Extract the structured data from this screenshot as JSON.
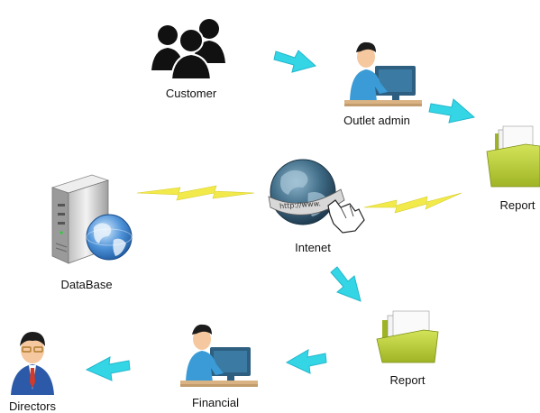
{
  "colors": {
    "arrow": "#34d6e6",
    "arrow_edge": "#22b7cc",
    "lightning": "#f2ea4b",
    "people": "#111111",
    "shirt": "#3b9bd6",
    "skin": "#f5c8a0",
    "hair": "#1c1c1c",
    "monitor": "#2e5f80",
    "desk": "#e8c99a",
    "folder": "#b9cc2f",
    "folder_dark": "#8fa11f",
    "server": "#d9d9d9",
    "globe": "#3f6b86",
    "director_suit": "#2d5aa8",
    "director_tie": "#d23a2a"
  },
  "nodes": {
    "customer": {
      "label": "Customer",
      "icon": "customer-group-icon"
    },
    "outlet_admin": {
      "label": "Outlet admin",
      "icon": "admin-workstation-icon"
    },
    "report_top": {
      "label": "Report",
      "icon": "folder-icon"
    },
    "database": {
      "label": "DataBase",
      "icon": "database-server-icon"
    },
    "internet": {
      "label": "Intenet",
      "icon": "globe-http-icon"
    },
    "report_bottom": {
      "label": "Report",
      "icon": "folder-icon"
    },
    "financial": {
      "label": "Financial",
      "icon": "financial-workstation-icon"
    },
    "directors": {
      "label": "Directors",
      "icon": "director-icon"
    }
  },
  "edges": [
    {
      "from": "customer",
      "to": "outlet_admin",
      "style": "arrow"
    },
    {
      "from": "outlet_admin",
      "to": "report_top",
      "style": "arrow"
    },
    {
      "from": "internet",
      "to": "report_bottom",
      "style": "arrow"
    },
    {
      "from": "report_bottom",
      "to": "financial",
      "style": "arrow"
    },
    {
      "from": "financial",
      "to": "directors",
      "style": "arrow"
    },
    {
      "from": "database",
      "to": "internet",
      "style": "lightning"
    },
    {
      "from": "internet",
      "to": "report_top",
      "style": "lightning"
    }
  ]
}
